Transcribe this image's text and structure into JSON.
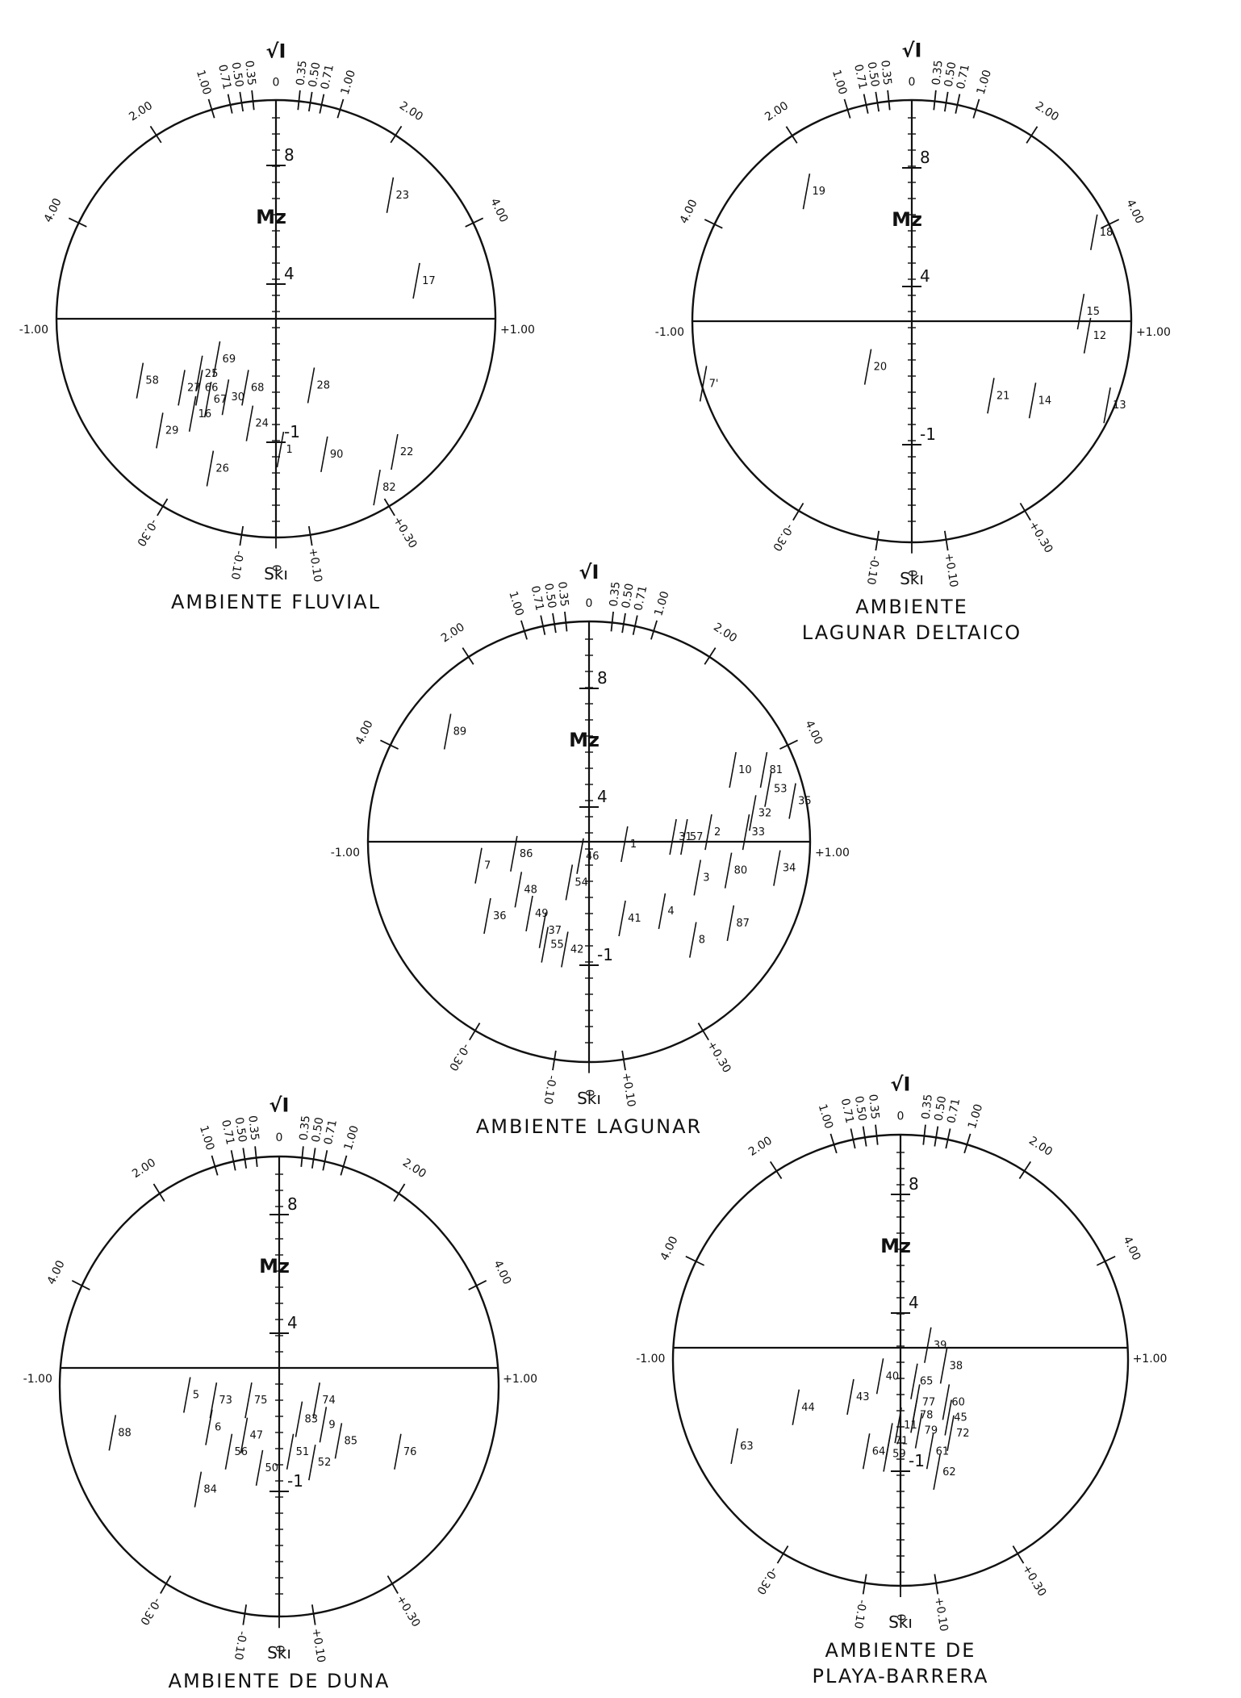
{
  "chart_data": [
    {
      "type": "scatter",
      "title": "AMBIENTE FLUVIAL",
      "title_lines": [
        "AMBIENTE FLUVIAL"
      ],
      "sigma_symbol": "√I",
      "mz_label": "Mz",
      "ski_label": "Skı",
      "mz_ticks": [
        "8",
        "4",
        "-1"
      ],
      "left_label": "-1.00",
      "right_label": "+1.00",
      "sigma_ticks_right": [
        "0.35",
        "0.50",
        "0.71",
        "1.00",
        "2.00",
        "4.00"
      ],
      "sigma_ticks_left": [
        "0.35",
        "0.50",
        "0.71",
        "1.00",
        "2.00",
        "4.00"
      ],
      "ski_ticks": [
        "-0.30",
        "-0.10",
        "0",
        "+0.10",
        "+0.30"
      ],
      "points": [
        {
          "id": "23",
          "x": 0.52,
          "y": -0.52
        },
        {
          "id": "17",
          "x": 0.64,
          "y": -0.16
        },
        {
          "id": "69",
          "x": -0.27,
          "y": 0.17
        },
        {
          "id": "25",
          "x": -0.35,
          "y": 0.23
        },
        {
          "id": "58",
          "x": -0.62,
          "y": 0.26
        },
        {
          "id": "27",
          "x": -0.43,
          "y": 0.29
        },
        {
          "id": "66",
          "x": -0.35,
          "y": 0.29
        },
        {
          "id": "67",
          "x": -0.31,
          "y": 0.34
        },
        {
          "id": "16",
          "x": -0.38,
          "y": 0.4
        },
        {
          "id": "30",
          "x": -0.23,
          "y": 0.33
        },
        {
          "id": "68",
          "x": -0.14,
          "y": 0.29
        },
        {
          "id": "24",
          "x": -0.12,
          "y": 0.44
        },
        {
          "id": "28",
          "x": 0.16,
          "y": 0.28
        },
        {
          "id": "29",
          "x": -0.53,
          "y": 0.47
        },
        {
          "id": "26",
          "x": -0.3,
          "y": 0.63
        },
        {
          "id": "1",
          "x": 0.02,
          "y": 0.55
        },
        {
          "id": "90",
          "x": 0.22,
          "y": 0.57
        },
        {
          "id": "22",
          "x": 0.54,
          "y": 0.56
        },
        {
          "id": "82",
          "x": 0.46,
          "y": 0.71
        }
      ]
    },
    {
      "type": "scatter",
      "title": "AMBIENTE LAGUNAR DELTAICO",
      "title_lines": [
        "AMBIENTE",
        "LAGUNAR DELTAICO"
      ],
      "sigma_symbol": "√I",
      "mz_label": "Mz",
      "ski_label": "Skı",
      "mz_ticks": [
        "8",
        "4",
        "-1"
      ],
      "left_label": "-1.00",
      "right_label": "+1.00",
      "sigma_ticks_right": [
        "0.35",
        "0.50",
        "0.71",
        "1.00",
        "2.00",
        "4.00"
      ],
      "sigma_ticks_left": [
        "0.35",
        "0.50",
        "0.71",
        "1.00",
        "2.00",
        "4.00"
      ],
      "ski_ticks": [
        "-0.30",
        "-0.10",
        "0",
        "+0.10",
        "+0.30"
      ],
      "points": [
        {
          "id": "19",
          "x": -0.48,
          "y": -0.54
        },
        {
          "id": "18",
          "x": 0.83,
          "y": -0.37
        },
        {
          "id": "15",
          "x": 0.77,
          "y": -0.04
        },
        {
          "id": "12",
          "x": 0.8,
          "y": 0.06
        },
        {
          "id": "20",
          "x": -0.2,
          "y": 0.19
        },
        {
          "id": "7'",
          "x": -0.95,
          "y": 0.26
        },
        {
          "id": "21",
          "x": 0.36,
          "y": 0.31
        },
        {
          "id": "14",
          "x": 0.55,
          "y": 0.33
        },
        {
          "id": "13",
          "x": 0.89,
          "y": 0.35
        }
      ]
    },
    {
      "type": "scatter",
      "title": "AMBIENTE LAGUNAR",
      "title_lines": [
        "AMBIENTE LAGUNAR"
      ],
      "sigma_symbol": "√I",
      "mz_label": "Mz",
      "ski_label": "Skı",
      "mz_ticks": [
        "8",
        "4",
        "-1"
      ],
      "left_label": "-1.00",
      "right_label": "+1.00",
      "sigma_ticks_right": [
        "0.35",
        "0.50",
        "0.71",
        "1.00",
        "2.00",
        "4.00"
      ],
      "sigma_ticks_left": [
        "0.35",
        "0.50",
        "0.71",
        "1.00",
        "2.00",
        "4.00"
      ],
      "ski_ticks": [
        "-0.30",
        "-0.10",
        "0",
        "+0.10",
        "+0.30"
      ],
      "points": [
        {
          "id": "89",
          "x": -0.64,
          "y": -0.46
        },
        {
          "id": "10",
          "x": 0.65,
          "y": -0.3
        },
        {
          "id": "81",
          "x": 0.79,
          "y": -0.3
        },
        {
          "id": "53",
          "x": 0.81,
          "y": -0.22
        },
        {
          "id": "35",
          "x": 0.92,
          "y": -0.17
        },
        {
          "id": "32",
          "x": 0.74,
          "y": -0.12
        },
        {
          "id": "33",
          "x": 0.71,
          "y": -0.04
        },
        {
          "id": "31",
          "x": 0.38,
          "y": -0.02
        },
        {
          "id": "57",
          "x": 0.43,
          "y": -0.02
        },
        {
          "id": "2",
          "x": 0.54,
          "y": -0.04
        },
        {
          "id": "1",
          "x": 0.16,
          "y": 0.01
        },
        {
          "id": "7",
          "x": -0.5,
          "y": 0.1
        },
        {
          "id": "86",
          "x": -0.34,
          "y": 0.05
        },
        {
          "id": "46",
          "x": -0.04,
          "y": 0.06
        },
        {
          "id": "3",
          "x": 0.49,
          "y": 0.15
        },
        {
          "id": "80",
          "x": 0.63,
          "y": 0.12
        },
        {
          "id": "34",
          "x": 0.85,
          "y": 0.11
        },
        {
          "id": "54",
          "x": -0.09,
          "y": 0.17
        },
        {
          "id": "48",
          "x": -0.32,
          "y": 0.2
        },
        {
          "id": "36",
          "x": -0.46,
          "y": 0.31
        },
        {
          "id": "49",
          "x": -0.27,
          "y": 0.3
        },
        {
          "id": "41",
          "x": 0.15,
          "y": 0.32
        },
        {
          "id": "4",
          "x": 0.33,
          "y": 0.29
        },
        {
          "id": "87",
          "x": 0.64,
          "y": 0.34
        },
        {
          "id": "37",
          "x": -0.21,
          "y": 0.37
        },
        {
          "id": "55",
          "x": -0.2,
          "y": 0.43
        },
        {
          "id": "42",
          "x": -0.11,
          "y": 0.45
        },
        {
          "id": "8",
          "x": 0.47,
          "y": 0.41
        }
      ]
    },
    {
      "type": "scatter",
      "title": "AMBIENTE DE DUNA",
      "title_lines": [
        "AMBIENTE DE DUNA"
      ],
      "sigma_symbol": "√I",
      "mz_label": "Mz",
      "ski_label": "Skı",
      "mz_ticks": [
        "8",
        "4",
        "-1"
      ],
      "left_label": "-1.00",
      "right_label": "+1.00",
      "sigma_ticks_right": [
        "0.35",
        "0.50",
        "0.71",
        "1.00",
        "2.00",
        "4.00"
      ],
      "sigma_ticks_left": [
        "0.35",
        "0.50",
        "0.71",
        "1.00",
        "2.00",
        "4.00"
      ],
      "ski_ticks": [
        "-0.30",
        "-0.10",
        "0",
        "+0.10",
        "+0.30"
      ],
      "points": [
        {
          "id": "5",
          "x": -0.42,
          "y": 0.1
        },
        {
          "id": "73",
          "x": -0.3,
          "y": 0.12
        },
        {
          "id": "75",
          "x": -0.14,
          "y": 0.12
        },
        {
          "id": "74",
          "x": 0.17,
          "y": 0.12
        },
        {
          "id": "83",
          "x": 0.09,
          "y": 0.19
        },
        {
          "id": "9",
          "x": 0.2,
          "y": 0.21
        },
        {
          "id": "6",
          "x": -0.32,
          "y": 0.22
        },
        {
          "id": "88",
          "x": -0.76,
          "y": 0.24
        },
        {
          "id": "85",
          "x": 0.27,
          "y": 0.27
        },
        {
          "id": "47",
          "x": -0.16,
          "y": 0.25
        },
        {
          "id": "56",
          "x": -0.23,
          "y": 0.31
        },
        {
          "id": "51",
          "x": 0.05,
          "y": 0.31
        },
        {
          "id": "52",
          "x": 0.15,
          "y": 0.35
        },
        {
          "id": "50",
          "x": -0.09,
          "y": 0.37
        },
        {
          "id": "76",
          "x": 0.54,
          "y": 0.31
        },
        {
          "id": "84",
          "x": -0.37,
          "y": 0.45
        }
      ]
    },
    {
      "type": "scatter",
      "title": "AMBIENTE DE PLAYA-BARRERA",
      "title_lines": [
        "AMBIENTE DE",
        "PLAYA-BARRERA"
      ],
      "sigma_symbol": "√I",
      "mz_label": "Mz",
      "ski_label": "Skı",
      "mz_ticks": [
        "8",
        "4",
        "-1"
      ],
      "left_label": "-1.00",
      "right_label": "+1.00",
      "sigma_ticks_right": [
        "0.35",
        "0.50",
        "0.71",
        "1.00",
        "2.00",
        "4.00"
      ],
      "sigma_ticks_left": [
        "0.35",
        "0.50",
        "0.71",
        "1.00",
        "2.00",
        "4.00"
      ],
      "ski_ticks": [
        "-0.30",
        "-0.10",
        "0",
        "+0.10",
        "+0.30"
      ],
      "points": [
        {
          "id": "39",
          "x": 0.12,
          "y": -0.01
        },
        {
          "id": "38",
          "x": 0.19,
          "y": 0.07
        },
        {
          "id": "40",
          "x": -0.09,
          "y": 0.11
        },
        {
          "id": "65",
          "x": 0.06,
          "y": 0.13
        },
        {
          "id": "60",
          "x": 0.2,
          "y": 0.21
        },
        {
          "id": "43",
          "x": -0.22,
          "y": 0.19
        },
        {
          "id": "77",
          "x": 0.07,
          "y": 0.21
        },
        {
          "id": "44",
          "x": -0.46,
          "y": 0.23
        },
        {
          "id": "78",
          "x": 0.06,
          "y": 0.26
        },
        {
          "id": "45",
          "x": 0.21,
          "y": 0.27
        },
        {
          "id": "11",
          "x": -0.01,
          "y": 0.3
        },
        {
          "id": "79",
          "x": 0.08,
          "y": 0.32
        },
        {
          "id": "72",
          "x": 0.22,
          "y": 0.33
        },
        {
          "id": "71",
          "x": -0.05,
          "y": 0.36
        },
        {
          "id": "63",
          "x": -0.73,
          "y": 0.38
        },
        {
          "id": "64",
          "x": -0.15,
          "y": 0.4
        },
        {
          "id": "59",
          "x": -0.06,
          "y": 0.41
        },
        {
          "id": "61",
          "x": 0.13,
          "y": 0.4
        },
        {
          "id": "62",
          "x": 0.16,
          "y": 0.48
        }
      ]
    }
  ]
}
